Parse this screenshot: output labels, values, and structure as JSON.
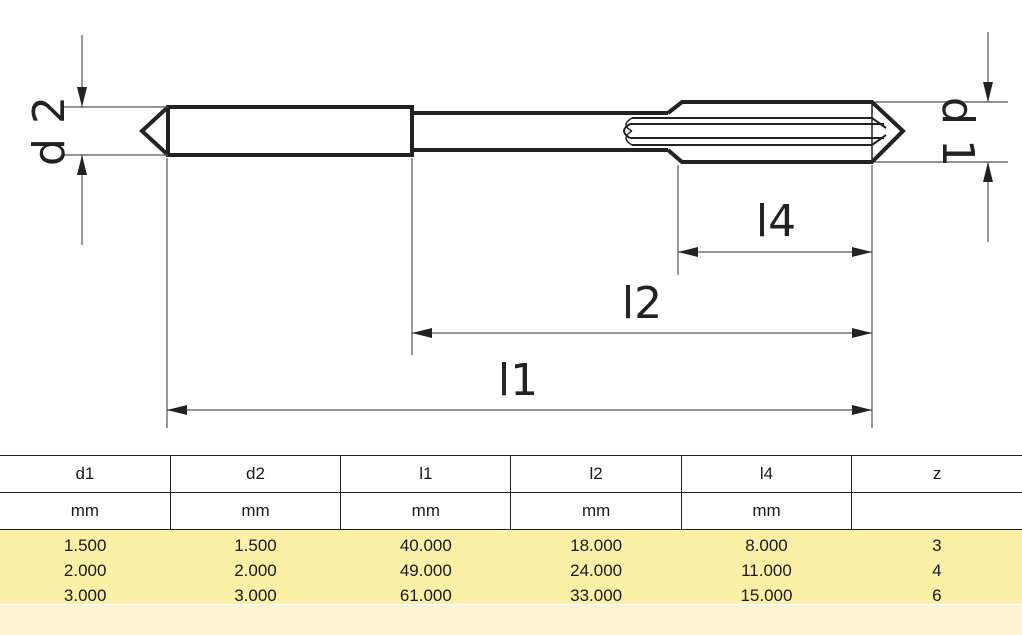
{
  "drawing": {
    "labels": {
      "d2": "d 2",
      "d1": "d 1",
      "l4": "l4",
      "l2": "l2",
      "l1": "l1"
    }
  },
  "table": {
    "headers": [
      "d1",
      "d2",
      "l1",
      "l2",
      "l4",
      "z"
    ],
    "units": [
      "mm",
      "mm",
      "mm",
      "mm",
      "mm",
      ""
    ],
    "rows": [
      [
        "1.500",
        "1.500",
        "40.000",
        "18.000",
        "8.000",
        "3"
      ],
      [
        "2.000",
        "2.000",
        "49.000",
        "24.000",
        "11.000",
        "4"
      ],
      [
        "3.000",
        "3.000",
        "61.000",
        "33.000",
        "15.000",
        "6"
      ]
    ],
    "row_color": "#fbf0a6"
  }
}
